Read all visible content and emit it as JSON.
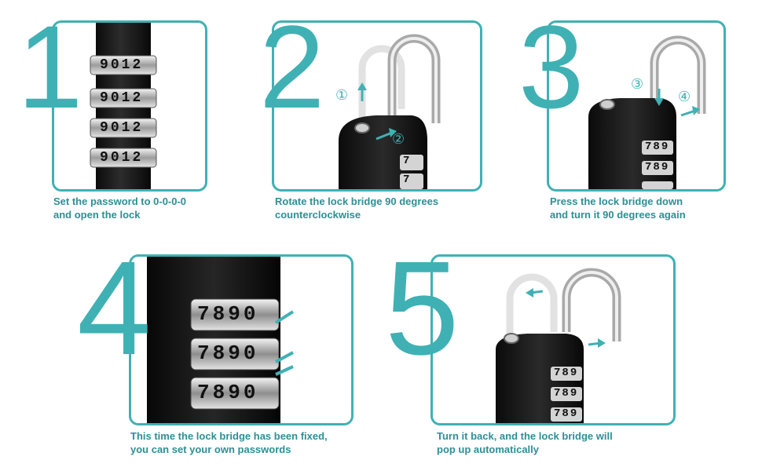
{
  "steps": [
    {
      "number": "1",
      "caption_line1": "Set the password to 0-0-0-0",
      "caption_line2": "and open the lock"
    },
    {
      "number": "2",
      "caption_line1": "Rotate the lock bridge 90 degrees",
      "caption_line2": "counterclockwise"
    },
    {
      "number": "3",
      "caption_line1": "Press the lock bridge down",
      "caption_line2": "and turn it 90 degrees again"
    },
    {
      "number": "4",
      "caption_line1": "This time the lock bridge has been fixed,",
      "caption_line2": "you can set your own passwords"
    },
    {
      "number": "5",
      "caption_line1": "Turn it back, and the lock bridge will",
      "caption_line2": "pop up automatically"
    }
  ],
  "markers": {
    "m1": "①",
    "m2": "②",
    "m3": "③",
    "m4": "④"
  },
  "dial_digits_a": {
    "d1": "9",
    "d2": "0",
    "d3": "1",
    "d4": "2"
  },
  "dial_digits_b": {
    "d1": "7",
    "d2": "8",
    "d3": "9"
  },
  "colors": {
    "accent": "#3fb1b4",
    "caption": "#2e8f95",
    "lock_body": "#141414",
    "chrome": "#c9c9c9"
  }
}
